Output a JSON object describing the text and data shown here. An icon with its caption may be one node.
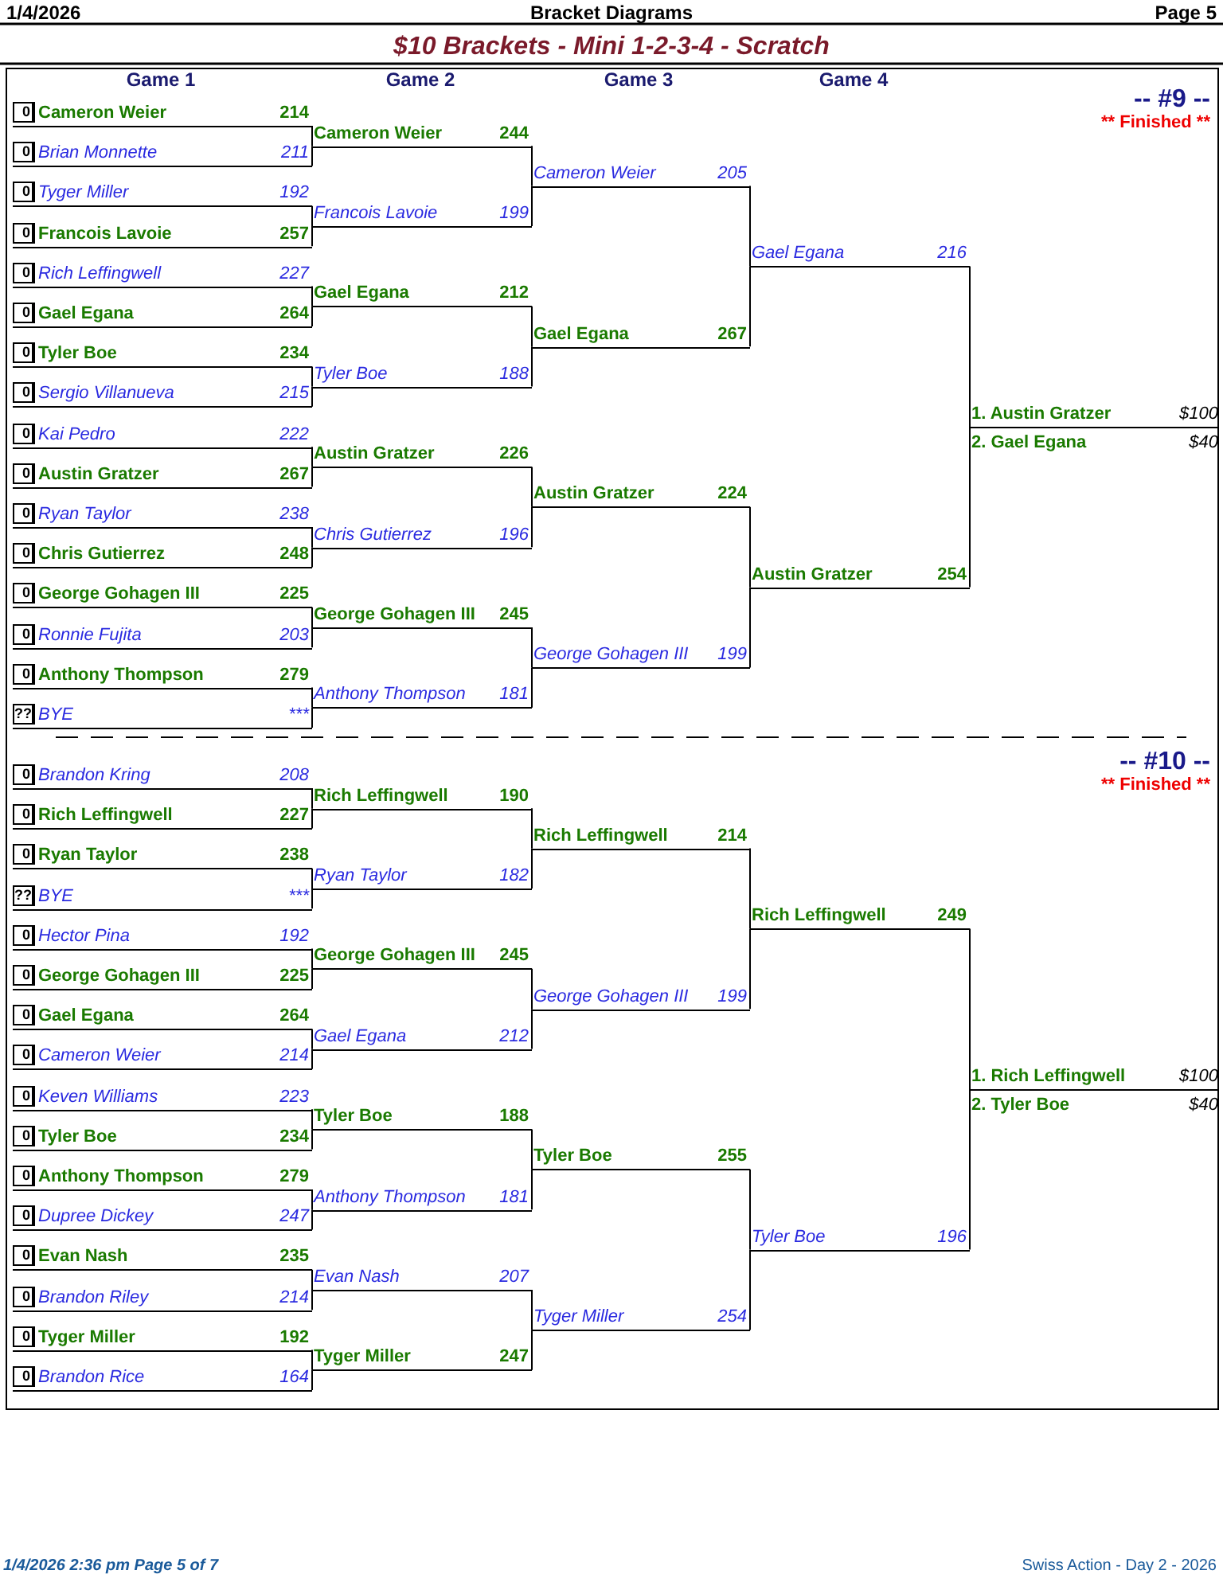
{
  "diagram": {
    "title": "$10 Brackets - Mini 1-2-3-4 - Scratch",
    "nodes": [
      {
        "text": [
          "0",
          "Cameron Weier",
          "214"
        ]
      },
      {
        "text": [
          "0",
          "Brian Monnette",
          "211"
        ]
      },
      {
        "text": [
          "0",
          "Tyger Miller",
          "192"
        ]
      },
      {
        "text": [
          "0",
          "Francois Lavoie",
          "257"
        ]
      },
      {
        "text": [
          "0",
          "Rich Leffingwell",
          "227"
        ]
      },
      {
        "text": [
          "0",
          "Gael Egana",
          "264"
        ]
      },
      {
        "text": [
          "0",
          "Tyler Boe",
          "234"
        ]
      },
      {
        "text": [
          "0",
          "Sergio Villanueva",
          "215"
        ]
      },
      {
        "text": [
          "0",
          "Kai Pedro",
          "222"
        ]
      },
      {
        "text": [
          "0",
          "Austin Gratzer",
          "267"
        ]
      },
      {
        "text": [
          "0",
          "Ryan Taylor",
          "238"
        ]
      },
      {
        "text": [
          "0",
          "Chris Gutierrez",
          "248"
        ]
      },
      {
        "text": [
          "0",
          "George Gohagen III",
          "225"
        ]
      },
      {
        "text": [
          "0",
          "Ronnie Fujita",
          "203"
        ]
      },
      {
        "text": [
          "0",
          "Anthony Thompson",
          "279"
        ]
      },
      {
        "text": [
          "??",
          "BYE",
          "***"
        ]
      },
      {
        "text": [
          "Cameron Weier",
          "244"
        ]
      },
      {
        "text": [
          "Francois Lavoie",
          "199"
        ]
      },
      {
        "text": [
          "Gael Egana",
          "212"
        ]
      },
      {
        "text": [
          "Tyler Boe",
          "188"
        ]
      },
      {
        "text": [
          "Austin Gratzer",
          "226"
        ]
      },
      {
        "text": [
          "Chris Gutierrez",
          "196"
        ]
      },
      {
        "text": [
          "George Gohagen III",
          "245"
        ]
      },
      {
        "text": [
          "Anthony Thompson",
          "181"
        ]
      },
      {
        "text": [
          "Cameron Weier",
          "205"
        ]
      },
      {
        "text": [
          "Gael Egana",
          "267"
        ]
      },
      {
        "text": [
          "Austin Gratzer",
          "224"
        ]
      },
      {
        "text": [
          "George Gohagen III",
          "199"
        ]
      },
      {
        "text": [
          "Gael Egana",
          "216"
        ]
      },
      {
        "text": [
          "Austin Gratzer",
          "254"
        ]
      },
      {
        "text": [
          "1. Austin Gratzer",
          "$100"
        ]
      },
      {
        "text": [
          "2. Gael Egana",
          "$40"
        ]
      },
      {
        "text": [
          "0",
          "Brandon Kring",
          "208"
        ]
      },
      {
        "text": [
          "0",
          "Rich Leffingwell",
          "227"
        ]
      },
      {
        "text": [
          "0",
          "Ryan Taylor",
          "238"
        ]
      },
      {
        "text": [
          "??",
          "BYE",
          "***"
        ]
      },
      {
        "text": [
          "0",
          "Hector Pina",
          "192"
        ]
      },
      {
        "text": [
          "0",
          "George Gohagen III",
          "225"
        ]
      },
      {
        "text": [
          "0",
          "Gael Egana",
          "264"
        ]
      },
      {
        "text": [
          "0",
          "Cameron Weier",
          "214"
        ]
      },
      {
        "text": [
          "0",
          "Keven Williams",
          "223"
        ]
      },
      {
        "text": [
          "0",
          "Tyler Boe",
          "234"
        ]
      },
      {
        "text": [
          "0",
          "Anthony Thompson",
          "279"
        ]
      },
      {
        "text": [
          "0",
          "Dupree Dickey",
          "247"
        ]
      },
      {
        "text": [
          "0",
          "Evan Nash",
          "235"
        ]
      },
      {
        "text": [
          "0",
          "Brandon Riley",
          "214"
        ]
      },
      {
        "text": [
          "0",
          "Tyger Miller",
          "192"
        ]
      },
      {
        "text": [
          "0",
          "Brandon Rice",
          "164"
        ]
      },
      {
        "text": [
          "Rich Leffingwell",
          "190"
        ]
      },
      {
        "text": [
          "Ryan Taylor",
          "182"
        ]
      },
      {
        "text": [
          "George Gohagen III",
          "245"
        ]
      },
      {
        "text": [
          "Gael Egana",
          "212"
        ]
      },
      {
        "text": [
          "Tyler Boe",
          "188"
        ]
      },
      {
        "text": [
          "Anthony Thompson",
          "181"
        ]
      },
      {
        "text": [
          "Evan Nash",
          "207"
        ]
      },
      {
        "text": [
          "Tyger Miller",
          "247"
        ]
      },
      {
        "text": [
          "Rich Leffingwell",
          "214"
        ]
      },
      {
        "text": [
          "George Gohagen III",
          "199"
        ]
      },
      {
        "text": [
          "Tyler Boe",
          "255"
        ]
      },
      {
        "text": [
          "Tyger Miller",
          "254"
        ]
      },
      {
        "text": [
          "Rich Leffingwell",
          "249"
        ]
      },
      {
        "text": [
          "Tyler Boe",
          "196"
        ]
      },
      {
        "text": [
          "1. Rich Leffingwell",
          "$100"
        ]
      },
      {
        "text": [
          "2. Tyler Boe",
          "$40"
        ]
      }
    ],
    "edges": [
      {
        "from": 0,
        "to": 16,
        "arrow": "none"
      },
      {
        "from": 1,
        "to": 16,
        "arrow": "none"
      },
      {
        "from": 2,
        "to": 17,
        "arrow": "none"
      },
      {
        "from": 3,
        "to": 17,
        "arrow": "none"
      },
      {
        "from": 4,
        "to": 18,
        "arrow": "none"
      },
      {
        "from": 5,
        "to": 18,
        "arrow": "none"
      },
      {
        "from": 6,
        "to": 19,
        "arrow": "none"
      },
      {
        "from": 7,
        "to": 19,
        "arrow": "none"
      },
      {
        "from": 8,
        "to": 20,
        "arrow": "none"
      },
      {
        "from": 9,
        "to": 20,
        "arrow": "none"
      },
      {
        "from": 10,
        "to": 21,
        "arrow": "none"
      },
      {
        "from": 11,
        "to": 21,
        "arrow": "none"
      },
      {
        "from": 12,
        "to": 22,
        "arrow": "none"
      },
      {
        "from": 13,
        "to": 22,
        "arrow": "none"
      },
      {
        "from": 14,
        "to": 23,
        "arrow": "none"
      },
      {
        "from": 15,
        "to": 23,
        "arrow": "none"
      },
      {
        "from": 16,
        "to": 24,
        "arrow": "none"
      },
      {
        "from": 17,
        "to": 24,
        "arrow": "none"
      },
      {
        "from": 18,
        "to": 25,
        "arrow": "none"
      },
      {
        "from": 19,
        "to": 25,
        "arrow": "none"
      },
      {
        "from": 20,
        "to": 26,
        "arrow": "none"
      },
      {
        "from": 21,
        "to": 26,
        "arrow": "none"
      },
      {
        "from": 22,
        "to": 27,
        "arrow": "none"
      },
      {
        "from": 23,
        "to": 27,
        "arrow": "none"
      },
      {
        "from": 24,
        "to": 28,
        "arrow": "none"
      },
      {
        "from": 25,
        "to": 28,
        "arrow": "none"
      },
      {
        "from": 26,
        "to": 29,
        "arrow": "none"
      },
      {
        "from": 27,
        "to": 29,
        "arrow": "none"
      },
      {
        "from": 28,
        "to": 30,
        "arrow": "none"
      },
      {
        "from": 29,
        "to": 30,
        "arrow": "none"
      },
      {
        "from": 32,
        "to": 48,
        "arrow": "none"
      },
      {
        "from": 33,
        "to": 48,
        "arrow": "none"
      },
      {
        "from": 34,
        "to": 49,
        "arrow": "none"
      },
      {
        "from": 35,
        "to": 49,
        "arrow": "none"
      },
      {
        "from": 36,
        "to": 50,
        "arrow": "none"
      },
      {
        "from": 37,
        "to": 50,
        "arrow": "none"
      },
      {
        "from": 38,
        "to": 51,
        "arrow": "none"
      },
      {
        "from": 39,
        "to": 51,
        "arrow": "none"
      },
      {
        "from": 40,
        "to": 52,
        "arrow": "none"
      },
      {
        "from": 41,
        "to": 52,
        "arrow": "none"
      },
      {
        "from": 42,
        "to": 53,
        "arrow": "none"
      },
      {
        "from": 43,
        "to": 53,
        "arrow": "none"
      },
      {
        "from": 44,
        "to": 54,
        "arrow": "none"
      },
      {
        "from": 45,
        "to": 54,
        "arrow": "none"
      },
      {
        "from": 46,
        "to": 55,
        "arrow": "none"
      },
      {
        "from": 47,
        "to": 55,
        "arrow": "none"
      },
      {
        "from": 48,
        "to": 56,
        "arrow": "none"
      },
      {
        "from": 49,
        "to": 56,
        "arrow": "none"
      },
      {
        "from": 50,
        "to": 57,
        "arrow": "none"
      },
      {
        "from": 51,
        "to": 57,
        "arrow": "none"
      },
      {
        "from": 52,
        "to": 58,
        "arrow": "none"
      },
      {
        "from": 53,
        "to": 58,
        "arrow": "none"
      },
      {
        "from": 54,
        "to": 59,
        "arrow": "none"
      },
      {
        "from": 55,
        "to": 59,
        "arrow": "none"
      },
      {
        "from": 56,
        "to": 60,
        "arrow": "none"
      },
      {
        "from": 57,
        "to": 60,
        "arrow": "none"
      },
      {
        "from": 58,
        "to": 61,
        "arrow": "none"
      },
      {
        "from": 59,
        "to": 61,
        "arrow": "none"
      },
      {
        "from": 60,
        "to": 62,
        "arrow": "none"
      },
      {
        "from": 61,
        "to": 62,
        "arrow": "none"
      }
    ],
    "labels": [
      "1/4/2026",
      "Bracket Diagrams",
      "Page 5",
      "Game 1",
      "Game 2",
      "Game 3",
      "Game 4",
      "-- #9 --",
      "** Finished **",
      "-- #10 --",
      "** Finished **",
      "1/4/2026  2:36 pm  Page 5 of 7",
      "Swiss Action - Day 2 - 2026"
    ]
  }
}
